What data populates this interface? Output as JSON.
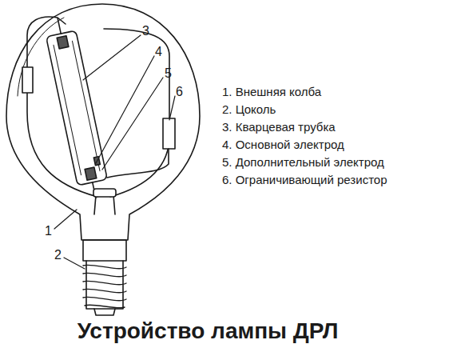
{
  "diagram": {
    "title": "Устройство лампы ДРЛ",
    "labels": [
      "3",
      "4",
      "5",
      "6",
      "1",
      "2",
      "1. Внешняя колба",
      "2. Цоколь",
      "3. Кварцевая трубка",
      "4. Основной электрод",
      "5. Дополнительный электрод",
      "6. Ограничивающий резистор"
    ]
  }
}
